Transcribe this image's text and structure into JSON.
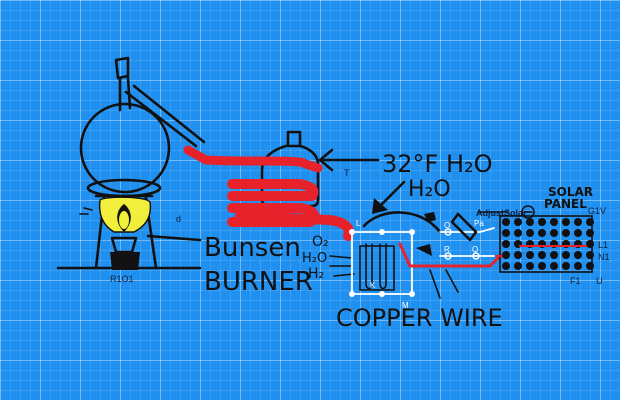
{
  "labels": {
    "temp_water": "32°F H₂O",
    "water_in": "H₂O",
    "bunsen": "Bunsen",
    "burner": "BURNER",
    "copper_wire": "COPPER WIRE",
    "o2": "O₂",
    "h2o": "H₂O",
    "h2": "H₂",
    "solar_line1": "SOLAR",
    "solar_line2": "PANEL"
  },
  "component_labels": {
    "r101": "R1O1",
    "adapter": "AdjustSolar",
    "f1": "F1",
    "u": "U",
    "g1v": "G1V",
    "l1": "L1",
    "n1": "N1",
    "l": "L",
    "m": "M",
    "k": "K",
    "r": "R",
    "q": "Q",
    "pa": "Pa"
  },
  "colors": {
    "background": "#1f8ff0",
    "ink": "#111111",
    "tubing": "#e8222a",
    "flame": "#f2ee3c",
    "circuit": "#ffffff"
  },
  "icons": [
    "flame-icon",
    "arrow-icon",
    "ammeter-icon"
  ]
}
